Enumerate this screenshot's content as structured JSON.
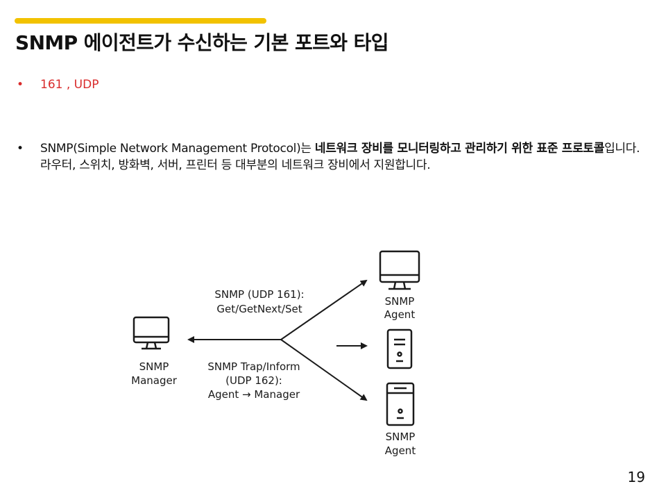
{
  "slide": {
    "title": "SNMP 에이전트가 수신하는 기본 포트와 타입",
    "accent_color": "#f2c200",
    "page_number": "19"
  },
  "bullets": {
    "answer": {
      "text": "161 , UDP",
      "color": "#d92b2b"
    },
    "description": {
      "prefix": "SNMP(Simple Network Management Protocol)는 ",
      "bold": "네트워크 장비를 모니터링하고 관리하기 위한 표준 프로토콜",
      "suffix": "입니다.",
      "line2": "라우터, 스위치, 방화벽, 서버, 프린터 등 대부분의 네트워크 장비에서 지원합니다."
    }
  },
  "diagram": {
    "manager": {
      "label_line1": "SNMP",
      "label_line2": "Manager",
      "icon": "monitor-icon"
    },
    "request": {
      "line1": "SNMP (UDP 161):",
      "line2": "Get/GetNext/Set"
    },
    "trap": {
      "line1": "SNMP Trap/Inform",
      "line2": "(UDP 162):",
      "line3": "Agent → Manager"
    },
    "agent_top": {
      "label_line1": "SNMP",
      "label_line2": "Agent",
      "icon": "monitor-icon"
    },
    "agent_middle": {
      "icon": "server-icon"
    },
    "agent_bottom": {
      "label_line1": "SNMP",
      "label_line2": "Agent",
      "icon": "server-icon"
    }
  }
}
